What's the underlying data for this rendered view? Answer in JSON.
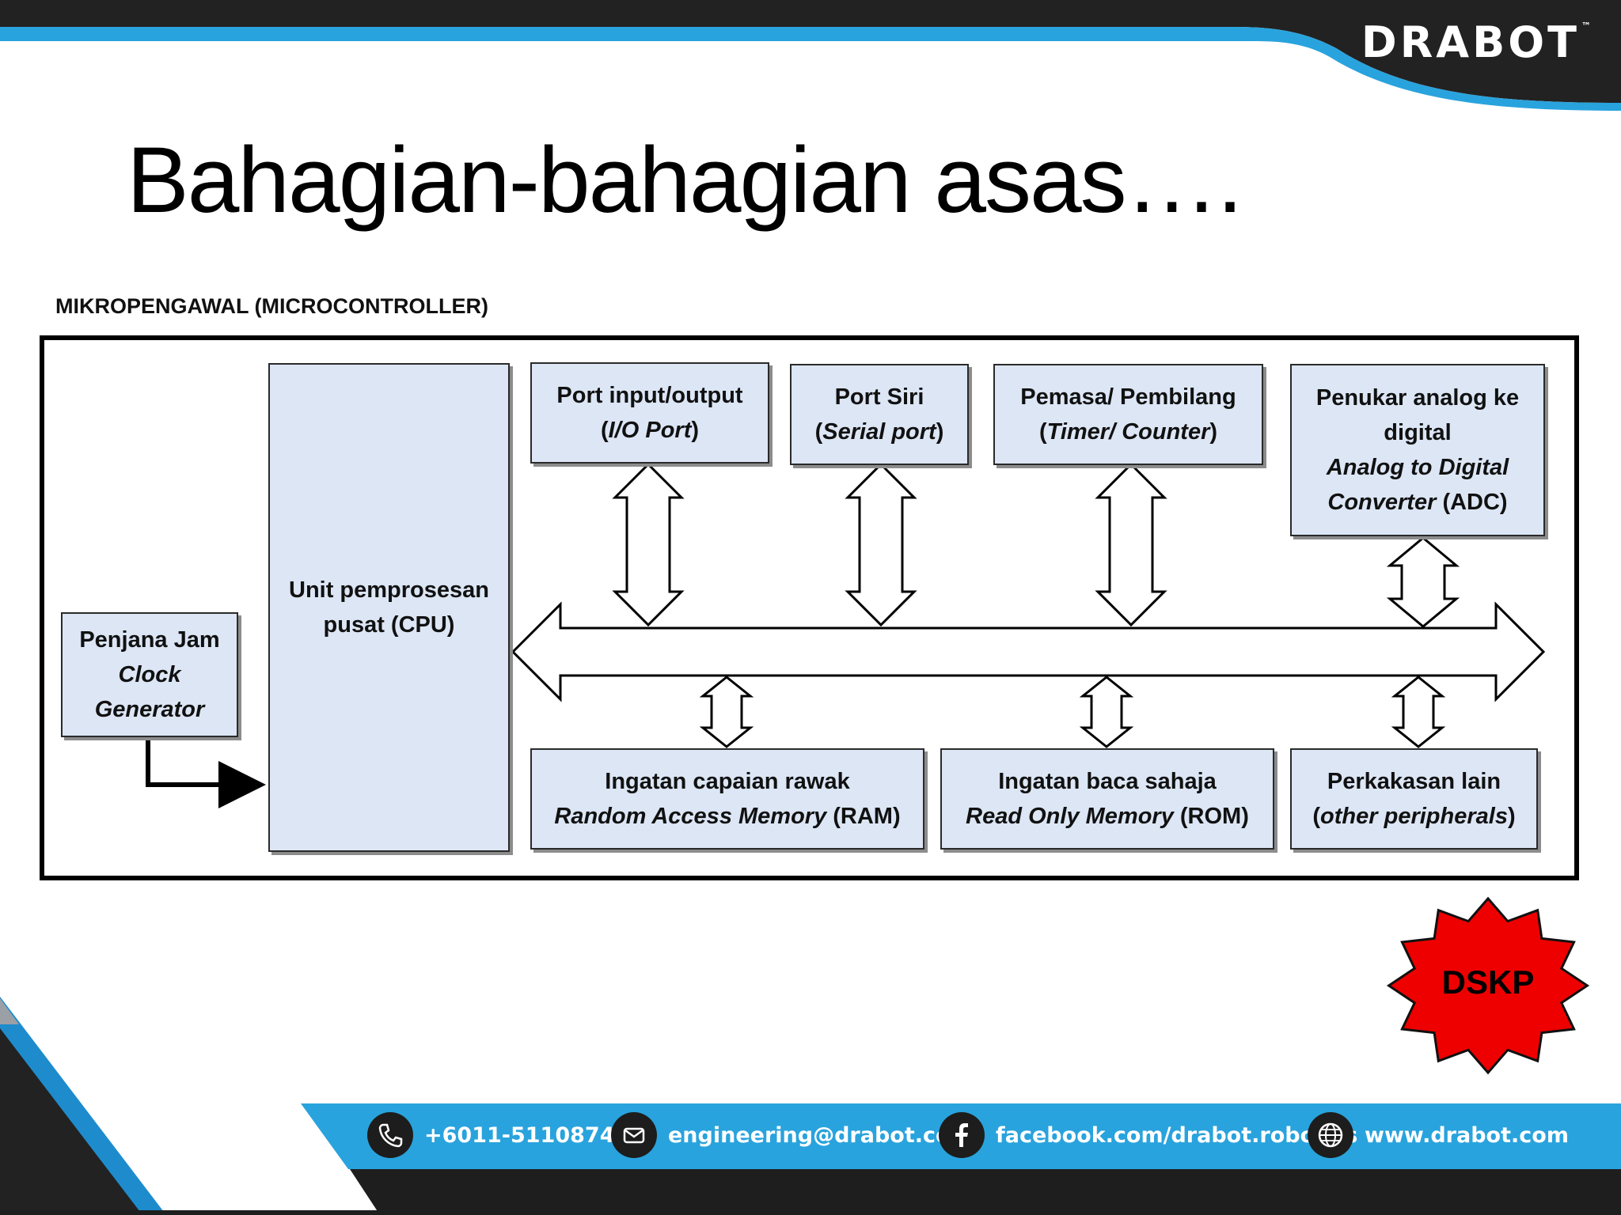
{
  "header": {
    "logo": "DRABOT",
    "trademark": "™"
  },
  "title": "Bahagian-bahagian asas….",
  "diagram": {
    "label": "MIKROPENGAWAL (MICROCONTROLLER)",
    "clock": {
      "lines": [
        "Penjana Jam",
        "Clock",
        "Generator"
      ]
    },
    "cpu": {
      "lines": [
        "Unit pemprosesan",
        "pusat (CPU)"
      ]
    },
    "io_port": {
      "line1": "Port input/output",
      "line2_italic": "I/O Port",
      "line2_open": "(",
      "line2_close": ")"
    },
    "serial_port": {
      "line1": "Port Siri",
      "line2_italic": "Serial port",
      "line2_open": "(",
      "line2_close": ")"
    },
    "timer": {
      "line1": "Pemasa/ Pembilang",
      "line2_italic": "Timer/ Counter",
      "line2_open": "(",
      "line2_close": ")"
    },
    "adc": {
      "line1": "Penukar analog ke",
      "line2": "digital",
      "line3_italic": "Analog to Digital",
      "line4_italic": "Converter",
      "line4_rest": " (ADC)"
    },
    "ram": {
      "line1": "Ingatan capaian rawak",
      "line2_italic": "Random Access Memory",
      "line2_rest": " (RAM)"
    },
    "rom": {
      "line1": "Ingatan baca sahaja",
      "line2_italic": "Read Only Memory",
      "line2_rest": " (ROM)"
    },
    "peripherals": {
      "line1": "Perkakasan lain",
      "line2_italic": "other peripherals",
      "line2_open": "(",
      "line2_close": ")"
    }
  },
  "badge": {
    "label": "DSKP",
    "color": "#ee0000"
  },
  "footer": {
    "phone": "+6011-51108741",
    "email": "engineering@drabot.com",
    "facebook": "facebook.com/drabot.robotics",
    "website": "www.drabot.com",
    "icons": [
      "phone-icon",
      "mail-icon",
      "facebook-icon",
      "globe-icon"
    ]
  },
  "colors": {
    "dark": "#222222",
    "accent_blue": "#29a3dd",
    "box_fill": "#dce6f5"
  }
}
